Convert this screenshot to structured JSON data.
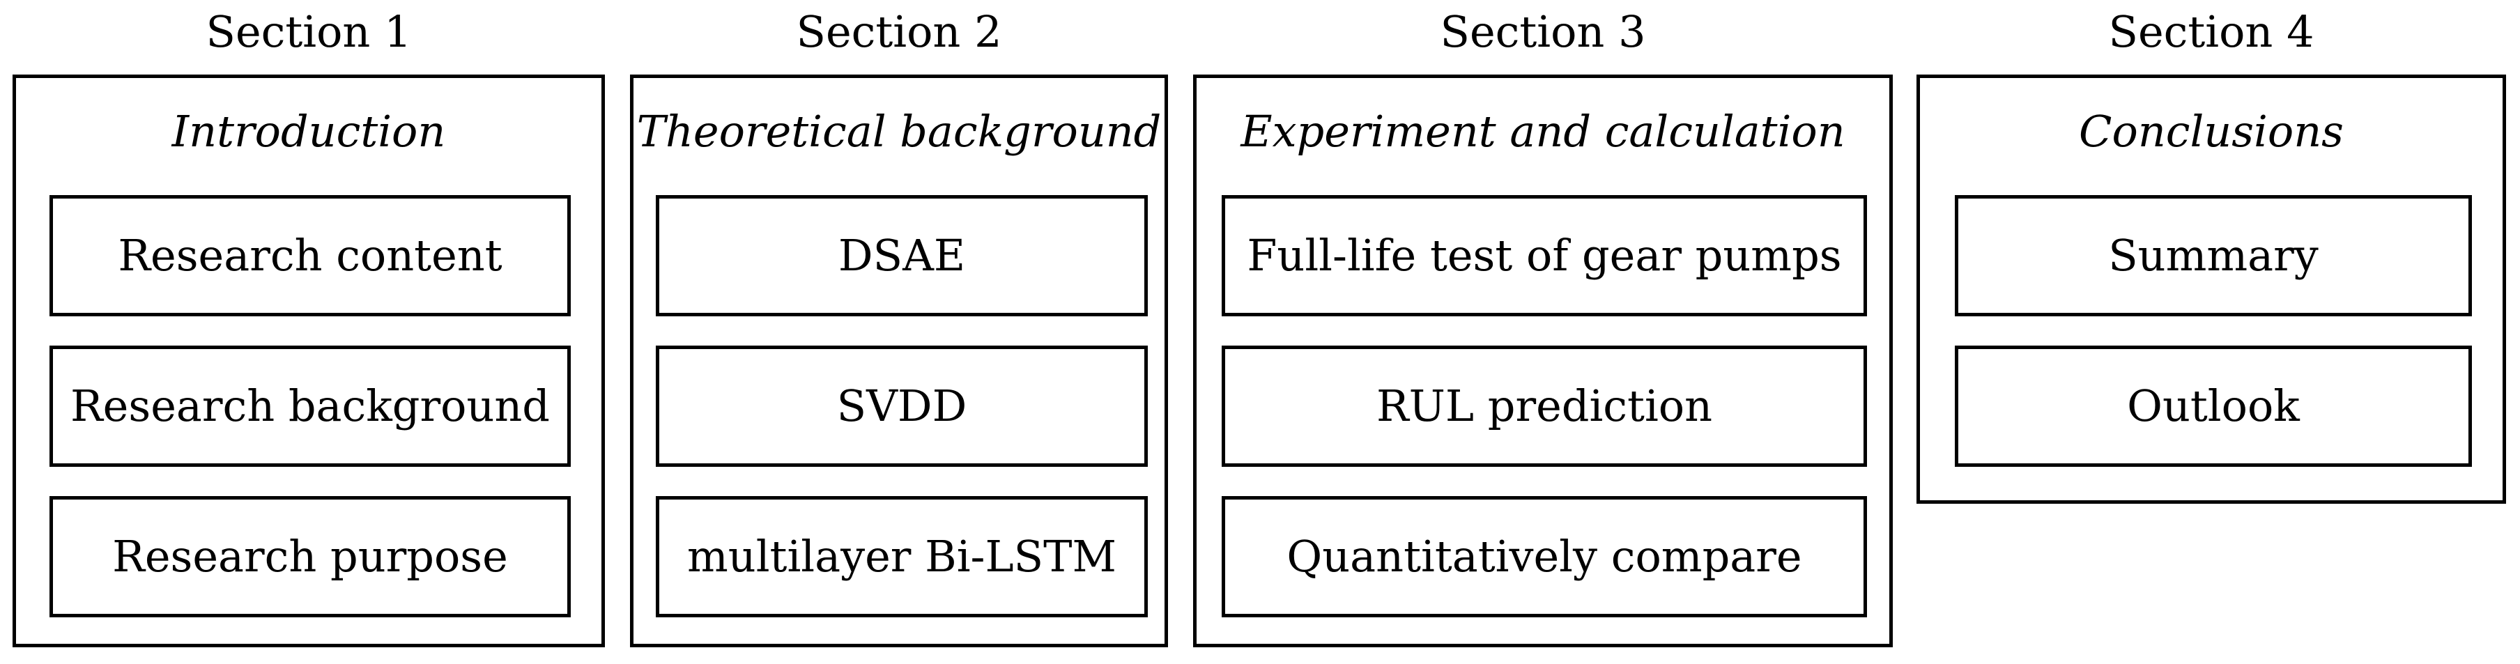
{
  "sections": [
    {
      "heading": "Section 1",
      "subtitle": "Introduction",
      "items": [
        "Research content",
        "Research background",
        "Research purpose"
      ]
    },
    {
      "heading": "Section 2",
      "subtitle": "Theoretical background",
      "items": [
        "DSAE",
        "SVDD",
        "multilayer Bi-LSTM"
      ]
    },
    {
      "heading": "Section 3",
      "subtitle": "Experiment and calculation",
      "items": [
        "Full-life test of gear pumps",
        "RUL prediction",
        "Quantitatively compare"
      ]
    },
    {
      "heading": "Section 4",
      "subtitle": "Conclusions",
      "items": [
        "Summary",
        "Outlook"
      ]
    }
  ]
}
